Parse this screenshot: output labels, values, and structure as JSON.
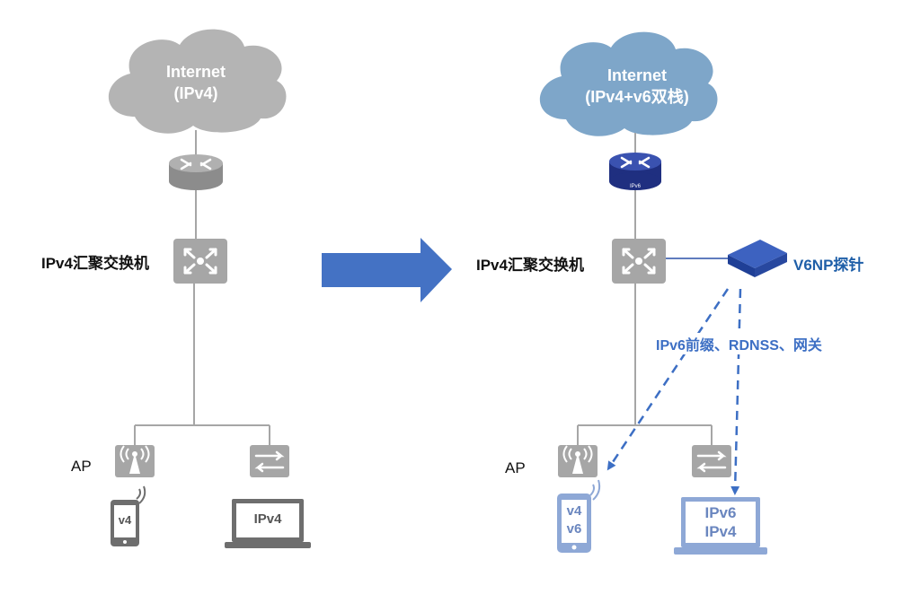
{
  "colors": {
    "gray_device": "#a6a6a6",
    "gray_dark": "#6e6e6e",
    "cloud_gray": "#b4b4b4",
    "cloud_blue": "#7ea6c9",
    "router_blue": "#2b3f9a",
    "device_blue": "#8ea8d6",
    "arrow_blue": "#4472c4",
    "probe_blue": "#2a50a8",
    "dash_blue": "#3d6fc4"
  },
  "left": {
    "cloud": {
      "line1": "Internet",
      "line2": "(IPv4)"
    },
    "router": {
      "icon": "router-icon"
    },
    "switch": {
      "label": "IPv4汇聚交换机",
      "icon": "switch-icon"
    },
    "ap": {
      "label": "AP",
      "icon": "wireless-ap-icon"
    },
    "access_switch": {
      "icon": "access-switch-icon"
    },
    "phone": {
      "text": "v4",
      "icon": "phone-icon"
    },
    "laptop": {
      "text": "IPv4",
      "icon": "laptop-icon"
    }
  },
  "right": {
    "cloud": {
      "line1": "Internet",
      "line2": "(IPv4+v6双栈)"
    },
    "router": {
      "icon": "router-icon",
      "badge": "IPv6"
    },
    "switch": {
      "label": "IPv4汇聚交换机",
      "icon": "switch-icon"
    },
    "probe": {
      "label": "V6NP探针",
      "icon": "probe-device-icon"
    },
    "advert": {
      "label": "IPv6前缀、RDNSS、网关"
    },
    "ap": {
      "label": "AP",
      "icon": "wireless-ap-icon"
    },
    "access_switch": {
      "icon": "access-switch-icon"
    },
    "phone": {
      "line1": "v4",
      "line2": "v6",
      "icon": "phone-icon"
    },
    "laptop": {
      "line1": "IPv6",
      "line2": "IPv4",
      "icon": "laptop-icon"
    }
  },
  "transition_arrow": {
    "icon": "right-arrow-icon"
  }
}
